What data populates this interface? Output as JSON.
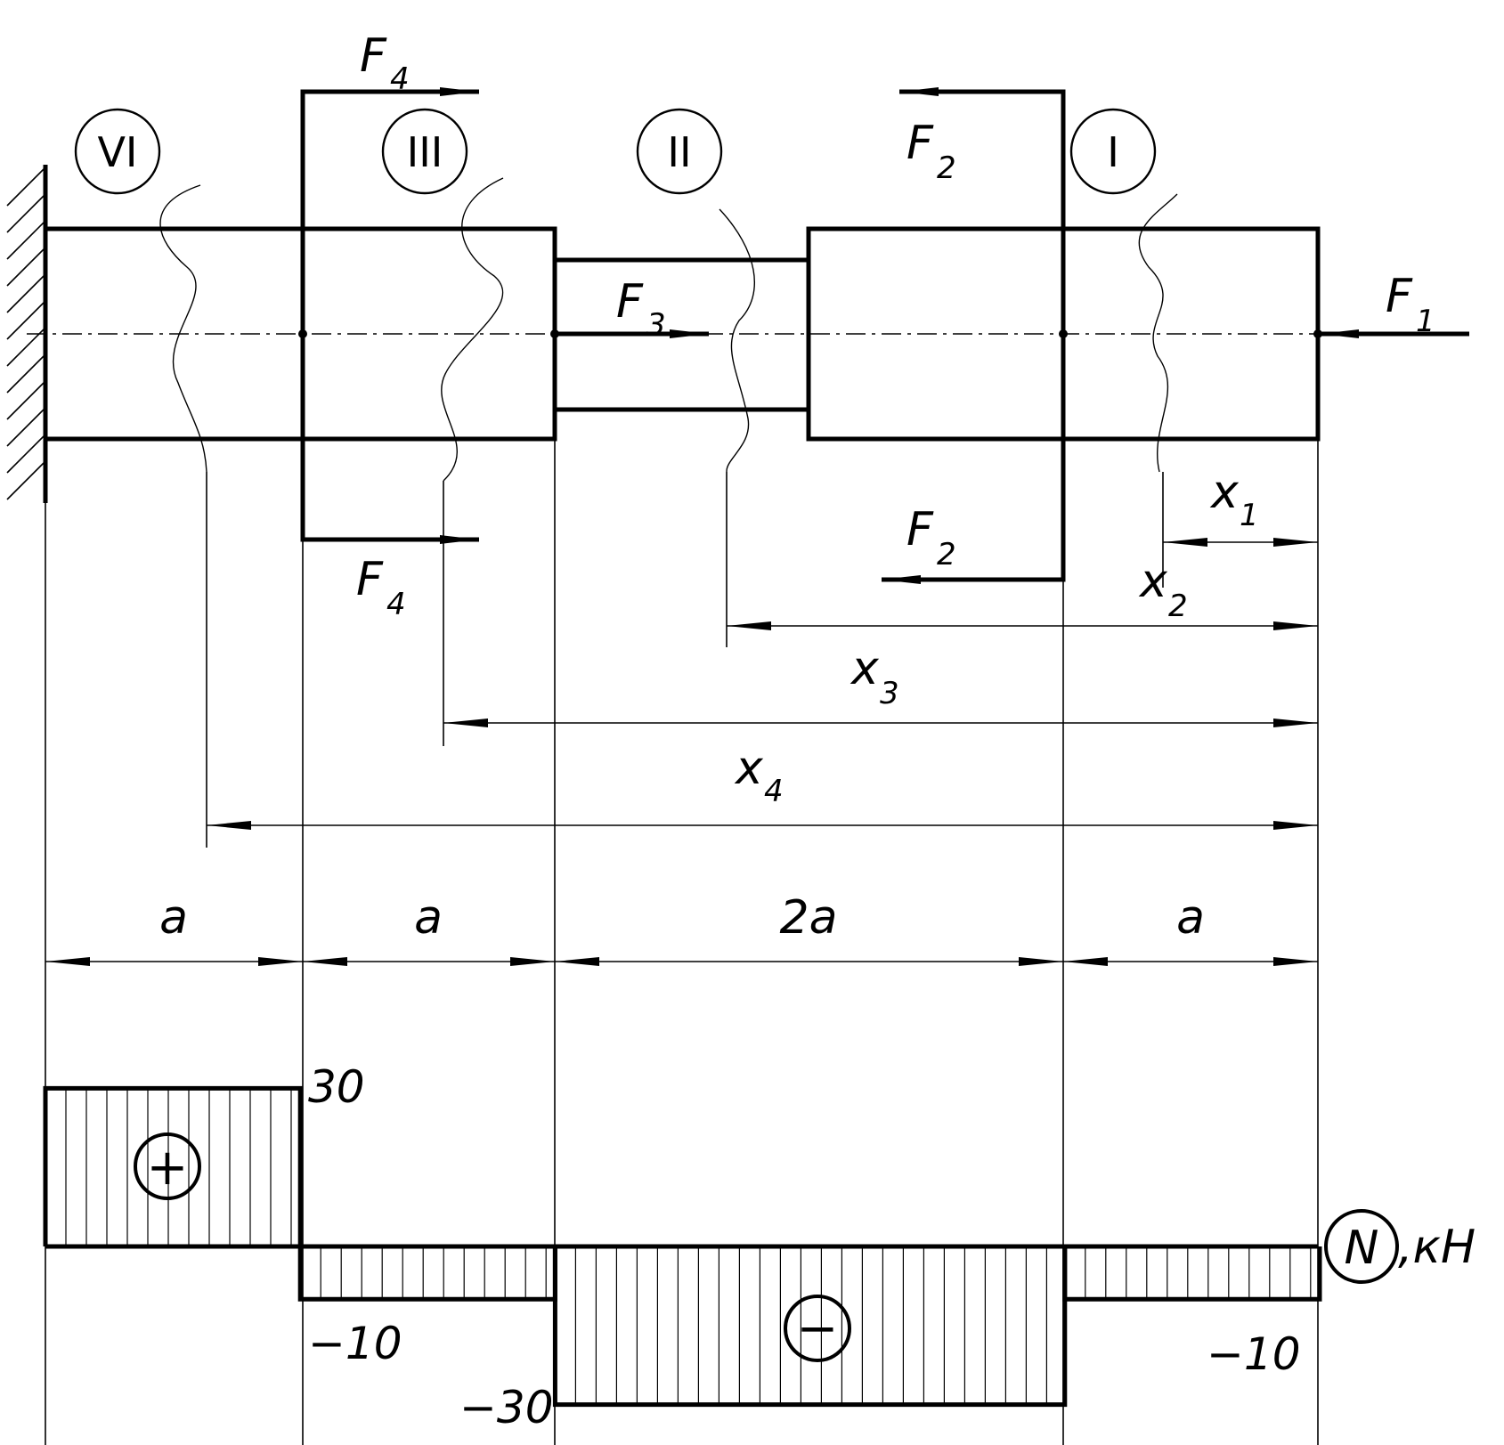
{
  "forces": [
    {
      "symbol": "F",
      "index": "1"
    },
    {
      "symbol": "F",
      "index": "2"
    },
    {
      "symbol": "F",
      "index": "3"
    },
    {
      "symbol": "F",
      "index": "4"
    }
  ],
  "sections": [
    "I",
    "II",
    "III",
    "VI"
  ],
  "coords": [
    {
      "symbol": "x",
      "index": "1"
    },
    {
      "symbol": "x",
      "index": "2"
    },
    {
      "symbol": "x",
      "index": "3"
    },
    {
      "symbol": "x",
      "index": "4"
    }
  ],
  "lengths": [
    "a",
    "a",
    "2a",
    "a"
  ],
  "diagram": {
    "name": "N",
    "unit": ",кН",
    "plus_sign": "+",
    "minus_sign": "−",
    "labels": [
      "30",
      "−10",
      "−30",
      "−10"
    ]
  },
  "chart_data": {
    "type": "area",
    "segments": [
      "a",
      "a",
      "2a",
      "a"
    ],
    "segment_lengths_in_a": [
      1,
      1,
      2,
      1
    ],
    "values": [
      30,
      -10,
      -30,
      -10
    ],
    "unit": "кН",
    "name": "N"
  }
}
